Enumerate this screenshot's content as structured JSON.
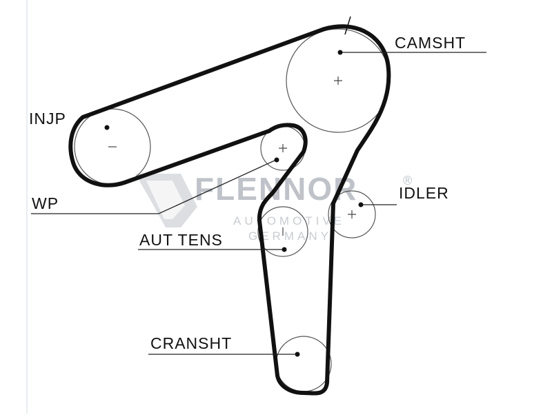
{
  "labels": {
    "camshaft": "CAMSHT",
    "injection_pump": "INJP",
    "idler": "IDLER",
    "water_pump": "WP",
    "auto_tensioner": "AUT TENS",
    "crankshaft": "CRANSHT"
  },
  "watermark": {
    "brand": "FLENNOR",
    "registered": "®",
    "line1": "AUTOMOTIVE",
    "line2": "GERMANY"
  },
  "colors": {
    "belt": "#111111",
    "pulley_outline": "#555555",
    "leader_line": "#222222",
    "watermark": "#bfc3c9"
  }
}
